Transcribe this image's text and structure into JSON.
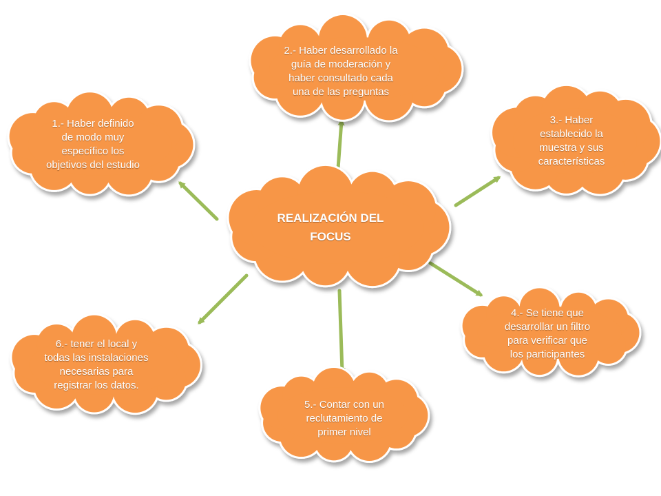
{
  "center": {
    "label": "REALIZACIÓN  DEL\nFOCUS"
  },
  "nodes": [
    {
      "id": "n1",
      "label": "1.- Haber definido\nde modo muy\nespecífico los\nobjetivos del estudio"
    },
    {
      "id": "n2",
      "label": "2.- Haber desarrollado la\nguía de moderación y\nhaber consultado cada\nuna de las preguntas"
    },
    {
      "id": "n3",
      "label": "3.- Haber\nestablecido la\nmuestra y sus\ncaracterísticas"
    },
    {
      "id": "n4",
      "label": "4.- Se tiene que\ndesarrollar un filtro\npara verificar que\nlos participantes"
    },
    {
      "id": "n5",
      "label": "5.- Contar con un\nreclutamiento de\nprimer nivel"
    },
    {
      "id": "n6",
      "label": "6.- tener el local y\ntodas las instalaciones\nnecesarias para\nregistrar los datos."
    }
  ],
  "colors": {
    "cloud_fill": "#F79646",
    "cloud_outline": "#ffffff",
    "arrow": "#9BBB59",
    "text": "#ffffff"
  }
}
